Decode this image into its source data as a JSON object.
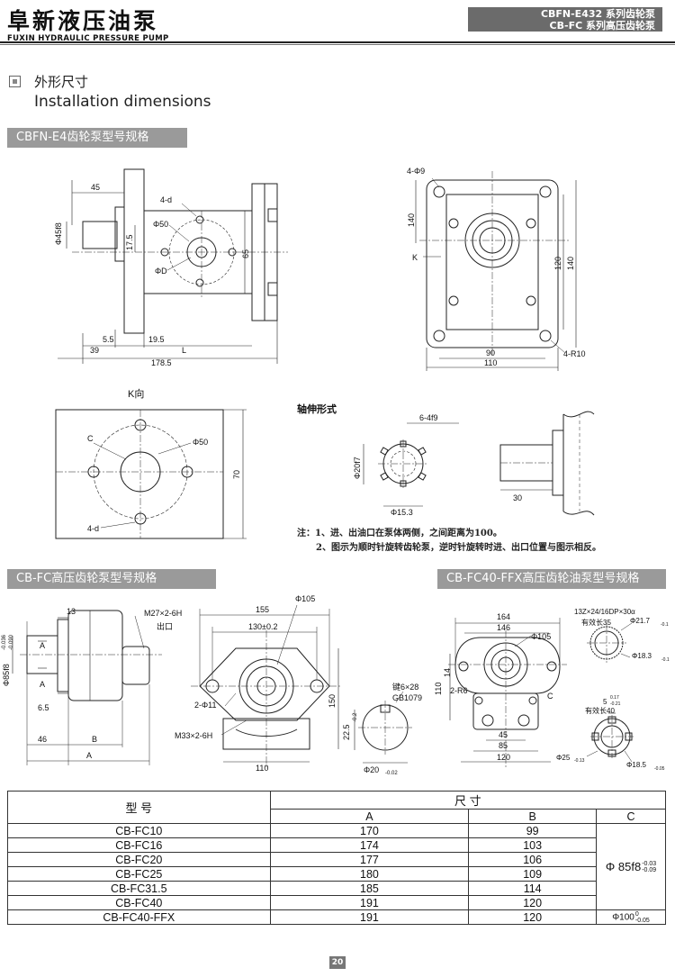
{
  "header": {
    "brand_cn": "阜新液压油泵",
    "brand_en": "FUXIN HYDRAULIC PRESSURE PUMP",
    "series_line1": "CBFN-E432 系列齿轮泵",
    "series_line2": "CB-FC 系列高压齿轮泵"
  },
  "section": {
    "title_cn": "外形尺寸",
    "title_en": "Installation dimensions"
  },
  "bands": {
    "band1": "CBFN-E4齿轮泵型号规格",
    "band2": "CB-FC高压齿轮泵型号规格",
    "band3": "CB-FC40-FFX高压齿轮油泵型号规格"
  },
  "drawing1": {
    "d45": "45",
    "d_phi45f8": "Φ45f8",
    "d4d": "4-d",
    "d_phi50": "Φ50",
    "d17_5": "17.5",
    "d65": "65",
    "d_phiD": "ΦD",
    "d5_5": "5.5",
    "d19_5": "19.5",
    "d39": "39",
    "dL": "L",
    "d178_5": "178.5"
  },
  "drawing2": {
    "d4phi9": "4-Φ9",
    "d140v": "140",
    "dK": "K",
    "d120": "120",
    "d140": "140",
    "d90": "90",
    "d110": "110",
    "d4R10": "4-R10"
  },
  "kview": {
    "title": "K向",
    "dC": "C",
    "d_phi50": "Φ50",
    "d70": "70",
    "d4d": "4-d"
  },
  "shaft": {
    "title": "轴伸形式",
    "d6_4f9": "6-4f9",
    "d_phi20f7": "Φ20f7",
    "d_phi15_3": "Φ15.3",
    "d30": "30"
  },
  "notes": {
    "line1": "注：1、进、出油口在泵体两侧，之间距离为100。",
    "line2": "2、图示为顺时针旋转齿轮泵，逆时针旋转时进、出口位置与图示相反。"
  },
  "drawing3": {
    "d13": "13",
    "dM27": "M27×2-6H",
    "d_outlet": "出口",
    "dA1": "A",
    "dA2": "A",
    "d_phi85f8": "Φ85f8",
    "d_tol_top": "-0.036",
    "d_tol_bot": "-0.090",
    "d6_5": "6.5",
    "d46": "46",
    "dB": "B",
    "dA": "A"
  },
  "drawing4": {
    "d155": "155",
    "d_phi105": "Φ105",
    "d130": "130±0.2",
    "d2phi11": "2-Φ11",
    "d150": "150",
    "dM33": "M33×2-6H",
    "d110": "110"
  },
  "drawing5": {
    "key": "键6×28",
    "gb": "GB1079",
    "d22_5": "22.5",
    "d22_5_tol": "-0.2",
    "d_phi20": "Φ20",
    "d_phi20_tol": "-0.02"
  },
  "drawing6": {
    "d164": "164",
    "d146": "146",
    "d_phi105": "Φ105",
    "d110": "110",
    "d14": "14",
    "d2R6": "2-R6",
    "dC": "C",
    "d45": "45",
    "d85": "85",
    "d120": "120"
  },
  "drawing7": {
    "spline": "13Z×24/16DP×30α",
    "len35": "有效长35",
    "d21_7": "Φ21.7",
    "d21_7_tol": "-0.1",
    "d18_3": "Φ18.3",
    "d18_3_tol": "-0.1",
    "d5": "5",
    "d5_tol_top": "0.17",
    "d5_tol_bot": "-0.21",
    "len40": "有效长40",
    "d25": "Φ25",
    "d25_tol": "-0.13",
    "d18_5": "Φ18.5",
    "d18_5_tol": "-0.05"
  },
  "table": {
    "header_model": "型 号",
    "header_dims": "尺 寸",
    "col_a": "A",
    "col_b": "B",
    "col_c": "C",
    "rows": [
      {
        "model": "CB-FC10",
        "a": "170",
        "b": "99"
      },
      {
        "model": "CB-FC16",
        "a": "174",
        "b": "103"
      },
      {
        "model": "CB-FC20",
        "a": "177",
        "b": "106"
      },
      {
        "model": "CB-FC25",
        "a": "180",
        "b": "109"
      },
      {
        "model": "CB-FC31.5",
        "a": "185",
        "b": "114"
      },
      {
        "model": "CB-FC40",
        "a": "191",
        "b": "120"
      },
      {
        "model": "CB-FC40-FFX",
        "a": "191",
        "b": "120"
      }
    ],
    "c_shared": "Φ 85f8",
    "c_shared_tol_top": "-0.03",
    "c_shared_tol_bot": "-0.09",
    "c_last": "Φ100",
    "c_last_tol_top": "0",
    "c_last_tol_bot": "-0.05"
  },
  "page_number": "20"
}
